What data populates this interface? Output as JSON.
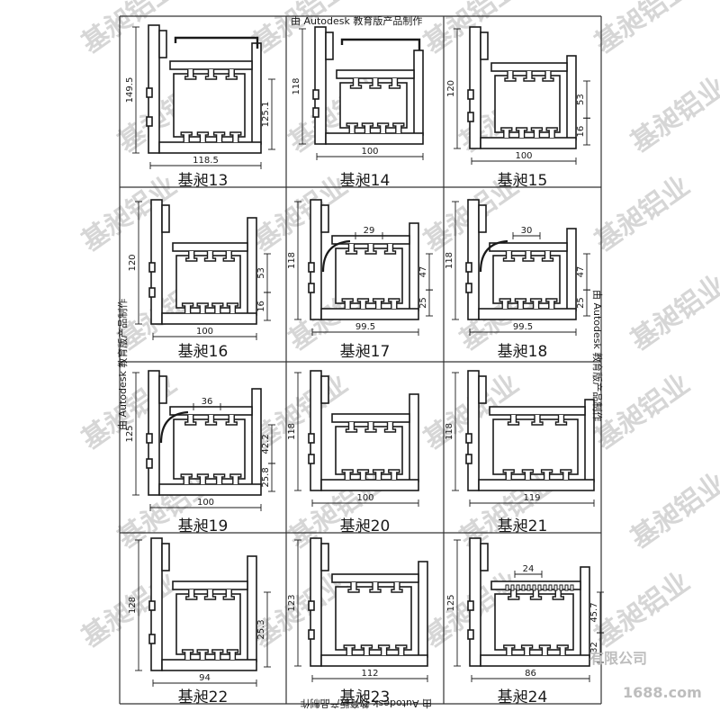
{
  "top_note": "由 Autodesk 教育版产品制作",
  "side_note_left": "由 Autodesk 教育版产品制作",
  "side_note_right": "由 Autodesk 教育版产品制作",
  "bottom_note": "由 Autodesk 教育版产品制作",
  "watermark_text": "基昶铝业",
  "company_watermark": "有限公司",
  "site_watermark": "1688.com",
  "colors": {
    "ink": "#1a1a1a",
    "watermark": "#c9c9c9",
    "grid": "#333333",
    "profile_fill": "#ffffff"
  },
  "cells": [
    {
      "label": "基昶13",
      "dims": [
        "149.5",
        "125.1",
        "118.5"
      ]
    },
    {
      "label": "基昶14",
      "dims": [
        "118",
        "100"
      ]
    },
    {
      "label": "基昶15",
      "dims": [
        "120",
        "53",
        "16",
        "100"
      ]
    },
    {
      "label": "基昶16",
      "dims": [
        "120",
        "53",
        "16",
        "100"
      ]
    },
    {
      "label": "基昶17",
      "dims": [
        "118",
        "29",
        "47",
        "25",
        "99.5"
      ]
    },
    {
      "label": "基昶18",
      "dims": [
        "118",
        "30",
        "47",
        "25",
        "99.5"
      ]
    },
    {
      "label": "基昶19",
      "dims": [
        "125",
        "36",
        "42.2",
        "25.8",
        "100"
      ]
    },
    {
      "label": "基昶20",
      "dims": [
        "118",
        "100"
      ]
    },
    {
      "label": "基昶21",
      "dims": [
        "118",
        "119"
      ]
    },
    {
      "label": "基昶22",
      "dims": [
        "128",
        "25.3",
        "94"
      ]
    },
    {
      "label": "基昶23",
      "dims": [
        "123",
        "112"
      ]
    },
    {
      "label": "基昶24",
      "dims": [
        "125",
        "24",
        "45.7",
        "32",
        "86"
      ]
    }
  ]
}
